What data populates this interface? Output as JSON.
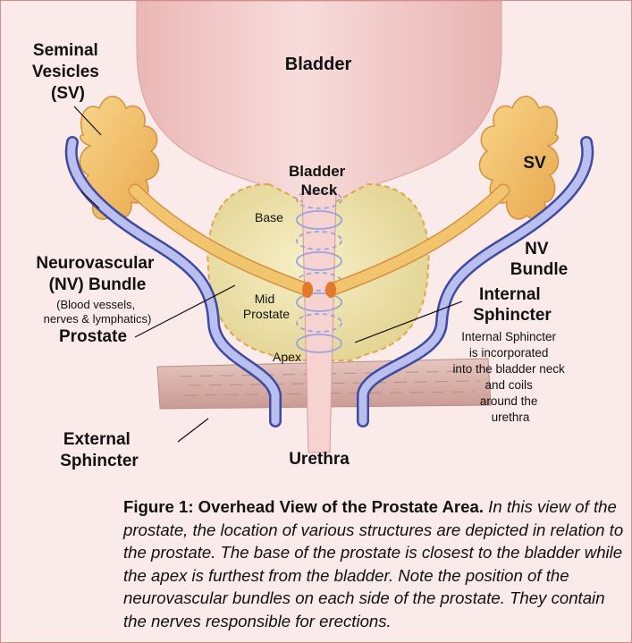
{
  "labels": {
    "bladder": "Bladder",
    "seminal_vesicles": [
      "Seminal",
      "Vesicles",
      "(SV)"
    ],
    "sv_right": "SV",
    "bladder_neck": [
      "Bladder",
      "Neck"
    ],
    "base": "Base",
    "mid_prostate": [
      "Mid",
      "Prostate"
    ],
    "apex": "Apex",
    "nv_bundle_left": [
      "Neurovascular",
      "(NV) Bundle"
    ],
    "nv_bundle_left_note": [
      "(Blood vessels,",
      "nerves & lymphatics)"
    ],
    "nv_bundle_right": [
      "NV",
      "Bundle"
    ],
    "internal_sphincter": [
      "Internal",
      "Sphincter"
    ],
    "internal_sphincter_note": [
      "Internal Sphincter",
      "is incorporated",
      "into the bladder neck",
      "and coils",
      "around the",
      "urethra"
    ],
    "prostate": "Prostate",
    "external_sphincter": [
      "External",
      "Sphincter"
    ],
    "urethra": "Urethra"
  },
  "caption": {
    "title": "Figure 1: Overhead View of the Prostate Area.",
    "body": "In this view of the prostate, the location of various structures are depicted in relation to the prostate. The base of the prostate is closest to the bladder while the apex is furthest from the bladder. Note the position of the neurovascular bundles on each side of the prostate. They contain the nerves responsible for erections."
  },
  "colors": {
    "background": "#fbeaea",
    "border": "#d98a8a",
    "bladder": "#f2c9c8",
    "prostate": "#ece2aa",
    "seminal_vesicles": "#f2c46e",
    "nv_bundle": "#6b73c4",
    "sphincter_coil": "#9aa3dd",
    "external_sphincter": "#d9b4ae"
  }
}
